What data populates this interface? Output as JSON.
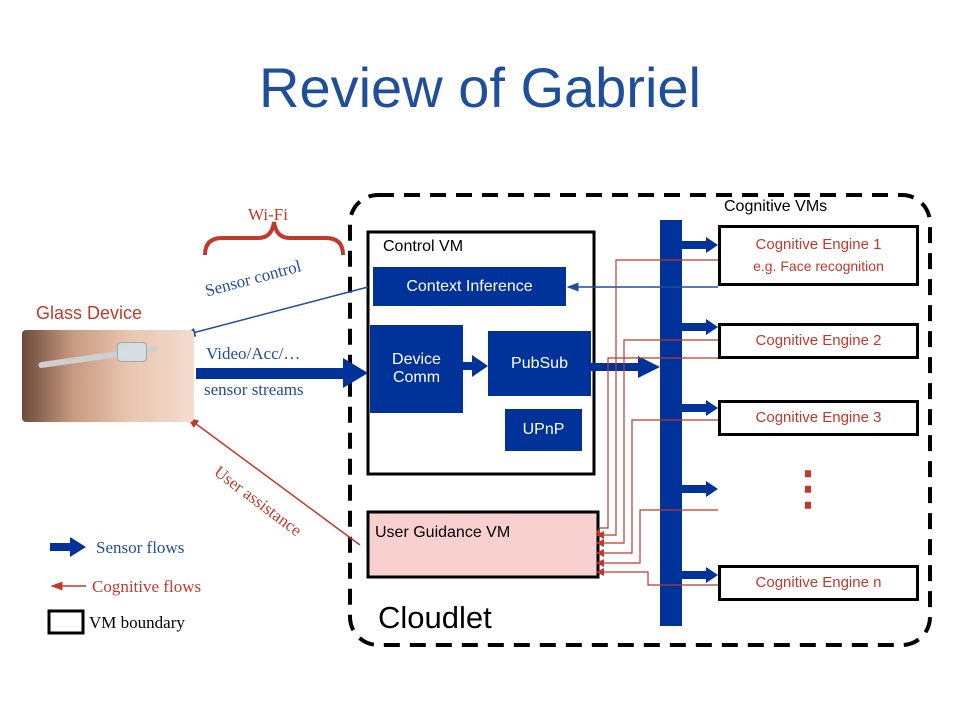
{
  "title": "Review of Gabriel",
  "wifi_label": "Wi-Fi",
  "glass_device_label": "Glass Device",
  "sensor_control_label": "Sensor control",
  "video_label": "Video/Acc/…",
  "sensor_streams_label": "sensor streams",
  "user_assistance_label": "User assistance",
  "cloudlet_label": "Cloudlet",
  "cognitive_vms_label": "Cognitive VMs",
  "control_vm": {
    "label": "Control VM",
    "context_inference": "Context Inference",
    "device_comm_line1": "Device",
    "device_comm_line2": "Comm",
    "pubsub": "PubSub",
    "upnp": "UPnP"
  },
  "user_guidance_vm": "User Guidance VM",
  "engines": {
    "e1_title": "Cognitive Engine 1",
    "e1_sub": "e.g. Face recognition",
    "e2": "Cognitive Engine 2",
    "e3": "Cognitive Engine 3",
    "en": "Cognitive Engine n",
    "ellipsis": "⋮"
  },
  "legend": {
    "sensor_flows": "Sensor flows",
    "cognitive_flows": "Cognitive flows",
    "vm_boundary": "VM boundary"
  },
  "colors": {
    "title": "#1f4e9a",
    "flow_blue": "#003399",
    "cognitive_red": "#c0392b",
    "guidance_fill": "#f8d0d0"
  }
}
